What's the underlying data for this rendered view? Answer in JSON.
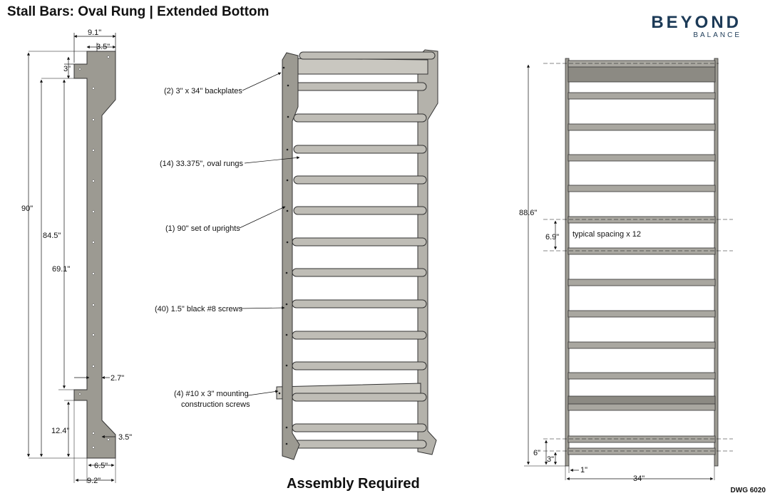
{
  "header": {
    "title": "Stall Bars: Oval Rung | Extended Bottom",
    "brand": "BEYOND",
    "brand_sub": "BALANCE"
  },
  "footer": {
    "assembly": "Assembly Required",
    "drawing_number": "DWG 6020"
  },
  "side_view": {
    "dims": {
      "top_width": "9.1\"",
      "top_notch": "3.5\"",
      "top_step": "3\"",
      "total_height": "90\"",
      "height_84": "84.5\"",
      "height_69": "69.1\"",
      "mid_width": "2.7\"",
      "bottom_step": "12.4\"",
      "bottom_notch": "3.5\"",
      "bottom_width_65": "6.5\"",
      "bottom_width_92": "9.2\""
    }
  },
  "parts": [
    "(2) 3\" x 34\" backplates",
    "(14)  33.375\", oval rungs",
    "(1) 90\" set of uprights",
    "(40) 1.5\" black #8 screws",
    "(4) #10 x 3\" mounting",
    "construction screws"
  ],
  "front_view": {
    "dims": {
      "height": "88.6\"",
      "spacing": "6.9\"",
      "spacing_note": "typical spacing x 12",
      "bottom_6": "6\"",
      "bottom_3": "3\"",
      "offset": "1\"",
      "width": "34\""
    }
  },
  "colors": {
    "wood_fill": "#9c9a92",
    "wood_light": "#c9c7c0",
    "line": "#111111"
  }
}
